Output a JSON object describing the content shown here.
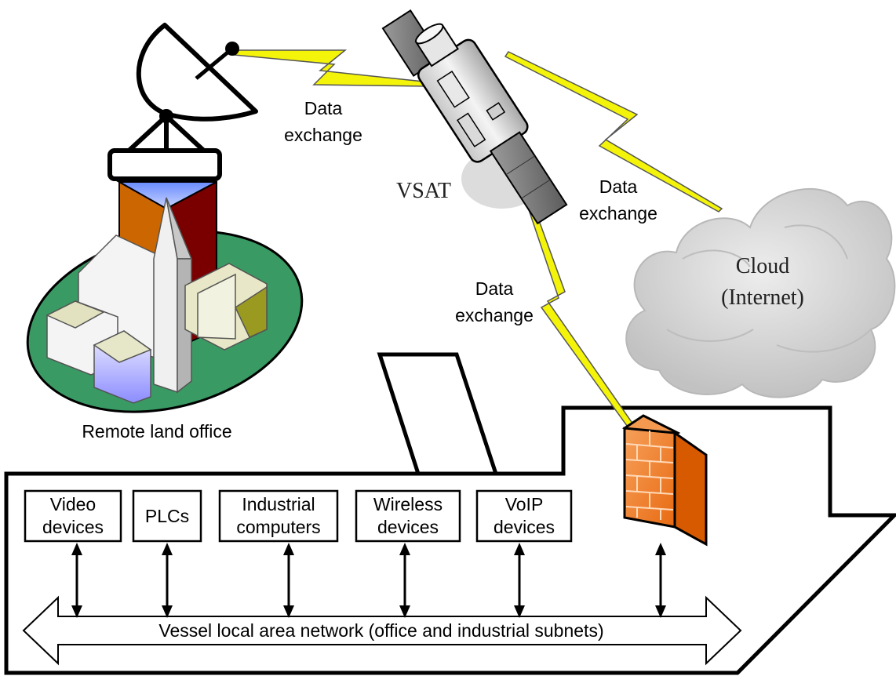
{
  "labels": {
    "remote_office": "Remote land office",
    "satellite": "VSAT",
    "cloud_line1": "Cloud",
    "cloud_line2": "(Internet)",
    "link_dish_sat": [
      "Data",
      "exchange"
    ],
    "link_sat_cloud": [
      "Data",
      "exchange"
    ],
    "link_sat_firewall": [
      "Data",
      "exchange"
    ],
    "lan": "Vessel local area network (office and industrial subnets)"
  },
  "devices": [
    {
      "id": "video",
      "lines": [
        "Video",
        "devices"
      ]
    },
    {
      "id": "plcs",
      "lines": [
        "PLCs"
      ]
    },
    {
      "id": "industrial",
      "lines": [
        "Industrial",
        "computers"
      ]
    },
    {
      "id": "wireless",
      "lines": [
        "Wireless",
        "devices"
      ]
    },
    {
      "id": "voip",
      "lines": [
        "VoIP",
        "devices"
      ]
    }
  ],
  "colors": {
    "lightning": "#f4f40a",
    "firewall": "#f07a2a",
    "firewall_mortar": "#ffd9b8",
    "ground": "#3a9a63",
    "building_left": "#cc6600",
    "building_right": "#7a0000",
    "building_top": "#4f7bff",
    "cloud": "#d4d4d4"
  }
}
